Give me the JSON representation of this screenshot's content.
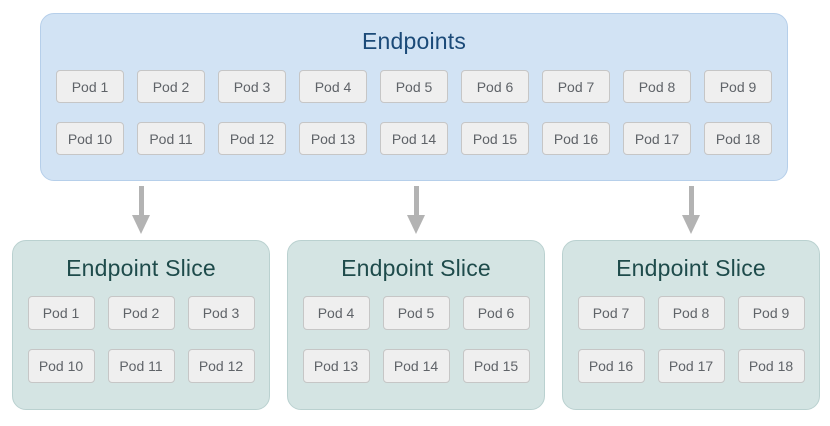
{
  "endpoints": {
    "title": "Endpoints",
    "rows": [
      [
        "Pod 1",
        "Pod 2",
        "Pod 3",
        "Pod 4",
        "Pod 5",
        "Pod 6",
        "Pod 7",
        "Pod 8",
        "Pod 9"
      ],
      [
        "Pod 10",
        "Pod 11",
        "Pod 12",
        "Pod 13",
        "Pod 14",
        "Pod 15",
        "Pod 16",
        "Pod 17",
        "Pod 18"
      ]
    ]
  },
  "arrows": [
    {
      "icon": "down-arrow-icon"
    },
    {
      "icon": "down-arrow-icon"
    },
    {
      "icon": "down-arrow-icon"
    }
  ],
  "slices": [
    {
      "title": "Endpoint Slice",
      "rows": [
        [
          "Pod 1",
          "Pod 2",
          "Pod 3"
        ],
        [
          "Pod 10",
          "Pod 11",
          "Pod 12"
        ]
      ]
    },
    {
      "title": "Endpoint Slice",
      "rows": [
        [
          "Pod 4",
          "Pod 5",
          "Pod 6"
        ],
        [
          "Pod 13",
          "Pod 14",
          "Pod 15"
        ]
      ]
    },
    {
      "title": "Endpoint Slice",
      "rows": [
        [
          "Pod 7",
          "Pod 8",
          "Pod 9"
        ],
        [
          "Pod 16",
          "Pod 17",
          "Pod 18"
        ]
      ]
    }
  ],
  "colors": {
    "endpoints-bg": "#d2e3f4",
    "endpoints-border": "#b6cfea",
    "endpoints-title": "#1b4a78",
    "slice-bg": "#d4e4e3",
    "slice-border": "#bad1d0",
    "slice-title": "#1e4b4b",
    "pod-bg": "#efefef",
    "pod-border": "#c6c6c6",
    "pod-text": "#5f6368",
    "arrow": "#b3b3b3"
  }
}
